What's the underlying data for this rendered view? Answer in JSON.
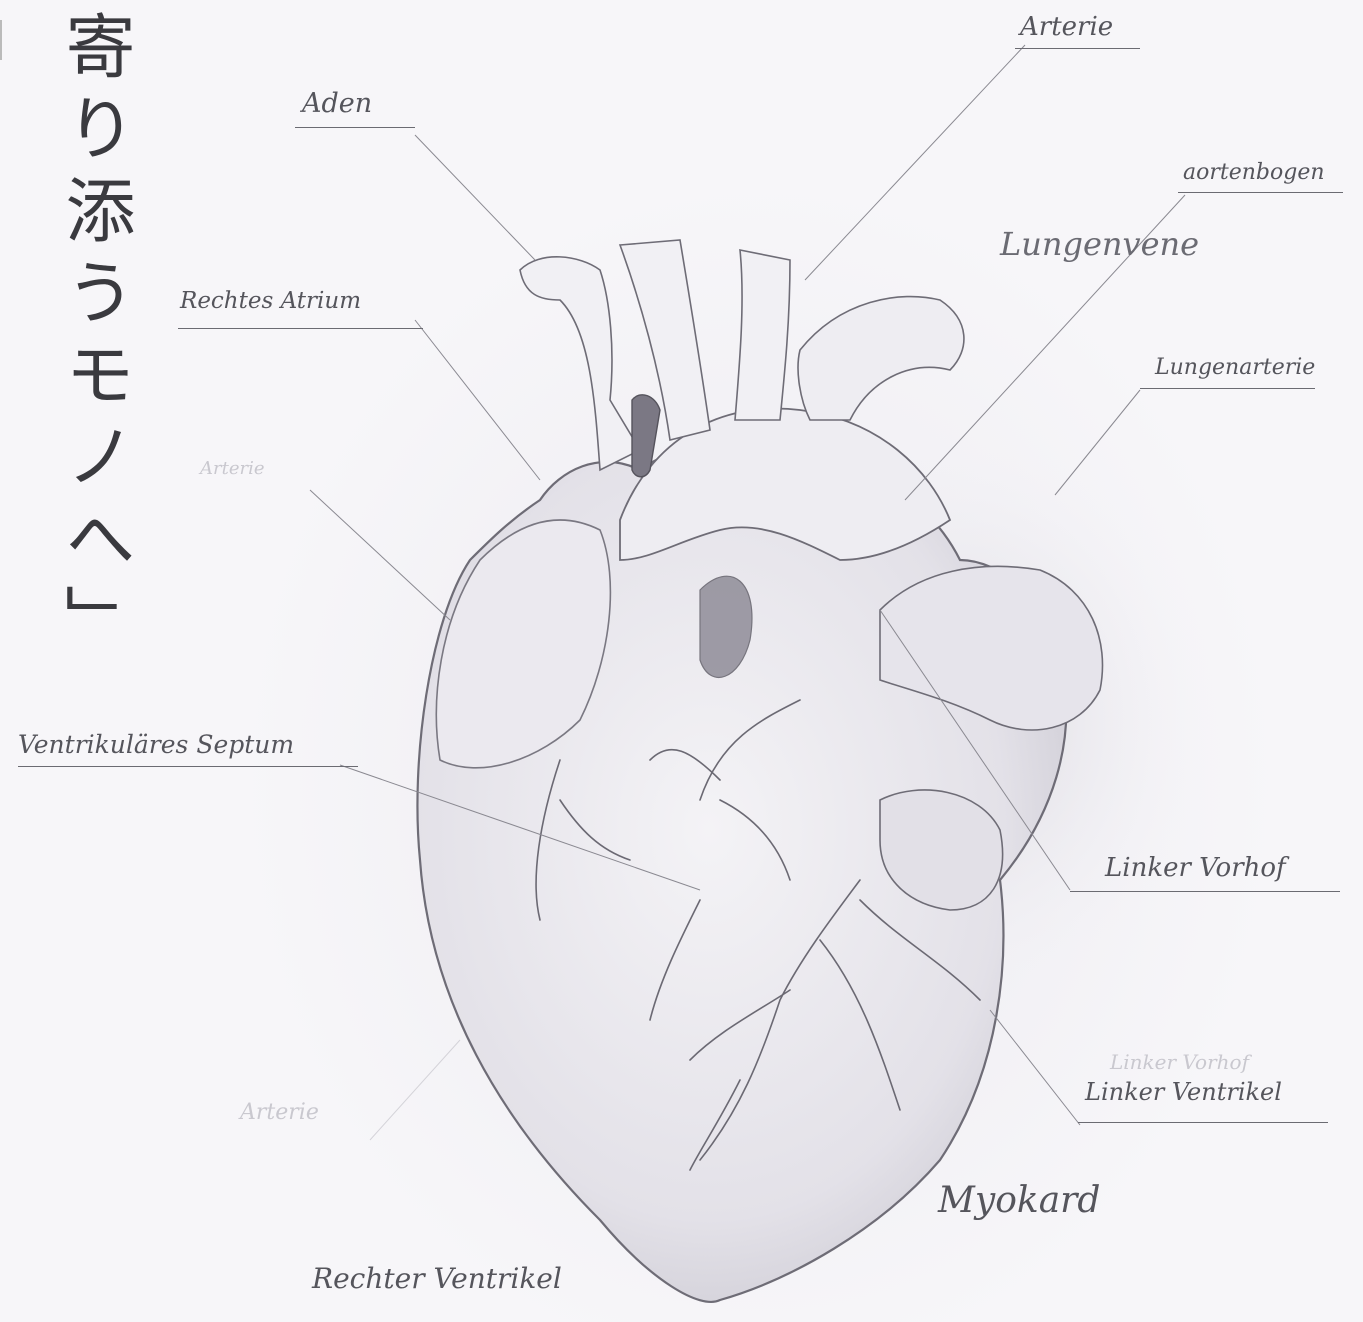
{
  "title": "寄り添うモノへ」",
  "labels": {
    "arterie_top": "Arterie",
    "aden": "Aden",
    "aortenbogen": "aortenbogen",
    "lungenvene": "Lungenvene",
    "rechtes_atrium": "Rechtes Atrium",
    "lungenarterie": "Lungenarterie",
    "faint_left": "Arterie",
    "ventrikular_septum": "Ventrikuläres Septum",
    "linker_vorhof": "Linker Vorhof",
    "linker_ventrikel": "Linker Ventrikel",
    "faint_linker_vorhof": "Linker Vorhof",
    "faint_arterie_bottom": "Arterie",
    "myokard": "Myokard",
    "rechter_ventrikel": "Rechter Ventrikel"
  }
}
